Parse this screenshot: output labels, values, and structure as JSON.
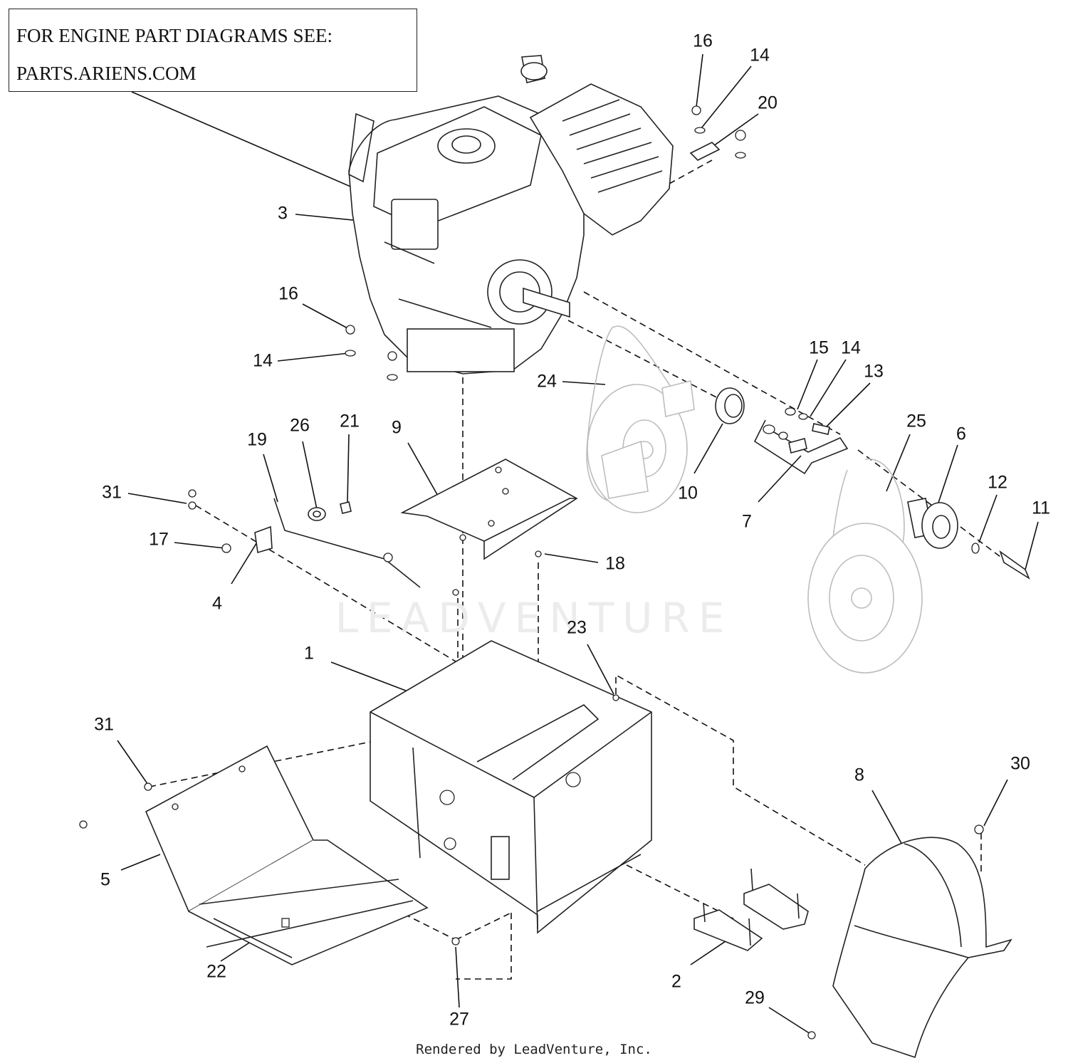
{
  "note": {
    "line1": "FOR ENGINE PART DIAGRAMS SEE:",
    "line2": "PARTS.ARIENS.COM"
  },
  "watermark": "LEADVENTURE",
  "footer": "Rendered by LeadVenture, Inc.",
  "callouts": [
    "16",
    "14",
    "20",
    "3",
    "16",
    "14",
    "15",
    "14",
    "13",
    "24",
    "25",
    "6",
    "12",
    "11",
    "10",
    "7",
    "9",
    "26",
    "21",
    "19",
    "31",
    "17",
    "4",
    "18",
    "23",
    "1",
    "31",
    "8",
    "30",
    "5",
    "22",
    "27",
    "2",
    "29"
  ]
}
